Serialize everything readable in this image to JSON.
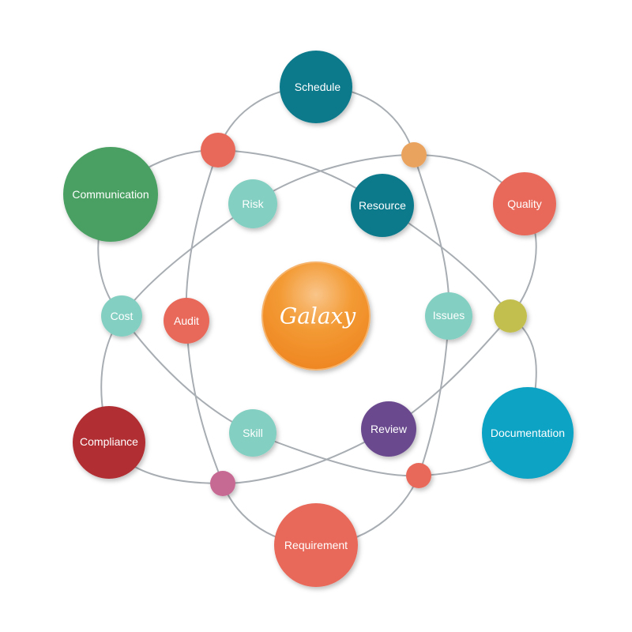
{
  "center": {
    "label": "Galaxy",
    "color": "#f0891f"
  },
  "nodes": [
    {
      "id": "schedule",
      "label": "Schedule",
      "color": "#0d7a8c"
    },
    {
      "id": "communication",
      "label": "Communication",
      "color": "#4aa062"
    },
    {
      "id": "risk",
      "label": "Risk",
      "color": "#83cfc1"
    },
    {
      "id": "resource",
      "label": "Resource",
      "color": "#0d7a8c"
    },
    {
      "id": "quality",
      "label": "Quality",
      "color": "#e8695a"
    },
    {
      "id": "cost",
      "label": "Cost",
      "color": "#83cfc1"
    },
    {
      "id": "audit",
      "label": "Audit",
      "color": "#e8695a"
    },
    {
      "id": "issues",
      "label": "Issues",
      "color": "#83cfc1"
    },
    {
      "id": "skill",
      "label": "Skill",
      "color": "#83cfc1"
    },
    {
      "id": "review",
      "label": "Review",
      "color": "#6b4a8f"
    },
    {
      "id": "compliance",
      "label": "Compliance",
      "color": "#b12d33"
    },
    {
      "id": "documentation",
      "label": "Documentation",
      "color": "#0aa3c4"
    },
    {
      "id": "requirement",
      "label": "Requirement",
      "color": "#e8695a"
    }
  ],
  "connectors": [
    {
      "id": "top-left-dot",
      "color": "#e8695a"
    },
    {
      "id": "top-right-dot",
      "color": "#eaa35e"
    },
    {
      "id": "right-dot",
      "color": "#c3bf50"
    },
    {
      "id": "bottom-right-dot",
      "color": "#e8695a"
    },
    {
      "id": "bottom-left-dot",
      "color": "#c76a93"
    }
  ],
  "colors": {
    "orbit": "#a7adb2"
  }
}
